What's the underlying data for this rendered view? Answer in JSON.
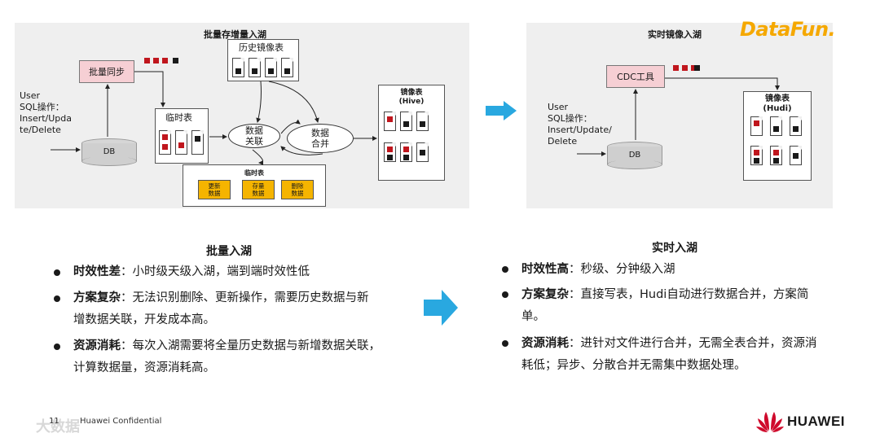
{
  "left_diagram": {
    "title": "批量存增量入湖",
    "user_text": "User\nSQL操作：\nInsert/Upda\nte/Delete",
    "db": "DB",
    "batch_sync": "批量同步",
    "history_mirror": "历史镜像表",
    "temp_table": "临时表",
    "data_join": "数据\n关联",
    "data_merge": "数据\n合并",
    "mirror_table": "镜像表\n(Hive)",
    "temp_table2": "临时表",
    "update_data": "更新\n数据",
    "stock_data": "存量\n数据",
    "delete_data": "删除\n数据"
  },
  "right_diagram": {
    "title": "实时镜像入湖",
    "user_text": "User\nSQL操作：\nInsert/Update/\nDelete",
    "db": "DB",
    "cdc": "CDC工具",
    "mirror_table": "镜像表\n(Hudi)"
  },
  "logo_datafun": "DataFun.",
  "left_section": {
    "title": "批量入湖",
    "bullets": [
      {
        "key": "时效性差",
        "line1": "：小时级天级入湖，端到端时效性低",
        "line2": ""
      },
      {
        "key": "方案复杂",
        "line1": "：无法识别删除、更新操作，需要历史数据与新",
        "line2": "增数据关联，开发成本高。"
      },
      {
        "key": "资源消耗",
        "line1": "：每次入湖需要将全量历史数据与新增数据关联，",
        "line2": "计算数据量，资源消耗高。"
      }
    ]
  },
  "right_section": {
    "title": "实时入湖",
    "bullets": [
      {
        "key": "时效性高",
        "line1": "：秒级、分钟级入湖",
        "line2": ""
      },
      {
        "key": "方案复杂",
        "line1": "：直接写表，Hudi自动进行数据合并，方案简",
        "line2": "单。"
      },
      {
        "key": "资源消耗",
        "line1": "：进针对文件进行合并，无需全表合并，资源消",
        "line2": "耗低；异步、分散合并无需集中数据处理。"
      }
    ]
  },
  "footer": {
    "page": "11",
    "confidential": "Huawei Confidential",
    "watermark": "大数据"
  },
  "brand": {
    "huawei": "HUAWEI",
    "arrow_color": "#29a8e0",
    "datafun_color": "#f5a800",
    "huawei_red": "#cf0a2c"
  }
}
